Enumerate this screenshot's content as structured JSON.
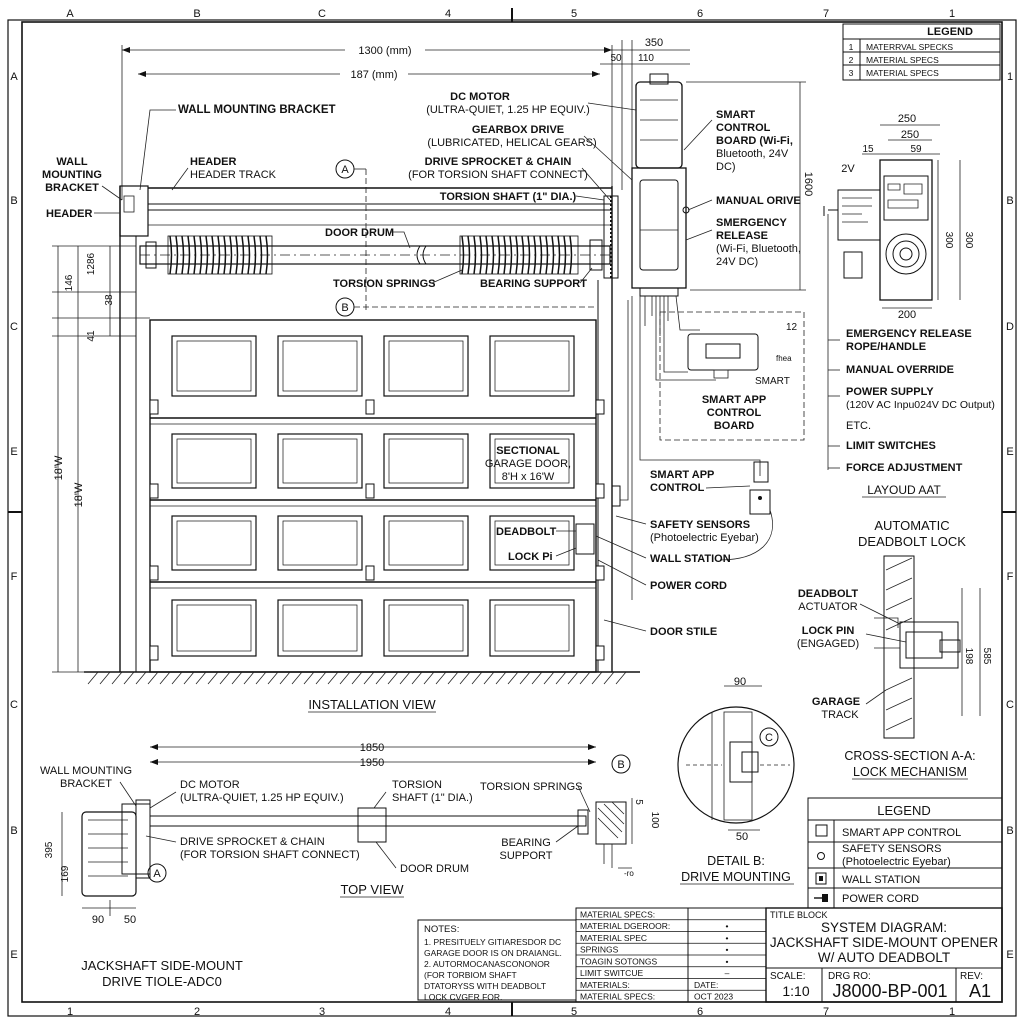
{
  "frame": {
    "cols": [
      "A",
      "B",
      "C",
      "4",
      "5",
      "6",
      "7",
      "1"
    ],
    "cols_bottom": [
      "1",
      "2",
      "3",
      "4",
      "5",
      "6",
      "7",
      "1"
    ],
    "rows_left": [
      "A",
      "B",
      "C",
      "E",
      "F",
      "C",
      "B",
      "E"
    ],
    "rows_right": [
      "1",
      "B",
      "D",
      "E",
      "F",
      "C",
      "B",
      "E"
    ]
  },
  "legend_top": {
    "title": "LEGEND",
    "rows": [
      {
        "num": "1",
        "text": "MATERRVAL SPECKS"
      },
      {
        "num": "2",
        "text": "MATERIAL SPECS"
      },
      {
        "num": "3",
        "text": "MATERIAL SPECS"
      }
    ]
  },
  "installation": {
    "dim_total": "1300 (mm)",
    "dim_inner": "187 (mm)",
    "dim_350": "350",
    "dim_50": "50",
    "dim_110": "110",
    "dim_1600": "1600",
    "dim_12": "12",
    "left_dims": [
      "146",
      "1286",
      "38",
      "41",
      "18'W",
      "18'W"
    ],
    "labels": {
      "wall_mounting_bracket": "WALL MOUNTING BRACKET",
      "wall_mounting_bracket_left": [
        "WALL",
        "MOUNTING",
        "BRACKET"
      ],
      "header": "HEADER",
      "header_track": [
        "HEADER",
        "HEADER TRACK"
      ],
      "dc_motor": [
        "DC MOTOR",
        "(ULTRA-QUIET, 1.25 HP EQUIV.)"
      ],
      "gearbox": [
        "GEARBOX DRIVE",
        "(LUBRICATED, HELICAL GEARS)"
      ],
      "sprocket": [
        "DRIVE SPROCKET & CHAIN",
        "(FOR TORSION SHAFT CONNECT)"
      ],
      "torsion_shaft": "TORSION SHAFT (1\" DIA.)",
      "door_drum": "DOOR DRUM",
      "torsion_springs": "TORSION SPRINGS",
      "bearing_support": "BEARING SUPPORT",
      "callout_a": "A",
      "callout_b": "B",
      "smart_control": [
        "SMART",
        "CONTROL",
        "BOARD (Wi-Fi,",
        "Bluetooth, 24V",
        "DC)"
      ],
      "manual_drive": "MANUAL ORIVE",
      "emergency_release": [
        "SMERGENCY",
        "RELEASE",
        "(Wi-Fi, Bluetooth,",
        "24V DC)"
      ],
      "door_title": [
        "SECTIONAL",
        "GARAGE DOOR,",
        "8'H x 16'W"
      ],
      "deadbolt": "DEADBOLT",
      "lock_pin": "LOCK Pi",
      "smart_app_board": [
        "SMART APP",
        "CONTROL",
        "BOARD"
      ],
      "smart_tag": "SMART",
      "board_side": "fhea",
      "smart_app_control": [
        "SMART APP",
        "CONTROL"
      ],
      "safety_sensors": [
        "SAFETY SENSORS",
        "(Photoelectric Eyebar)"
      ],
      "wall_station": "WALL STATION",
      "power_cord": "POWER CORD",
      "door_stile": "DOOR STILE",
      "view_title": "INSTALLATION VIEW"
    }
  },
  "layout_aat": {
    "dims": [
      "250",
      "250",
      "15",
      "59",
      "2V",
      "300",
      "300",
      "200"
    ],
    "items": [
      [
        "EMERGENCY RELEASE",
        "ROPE/HANDLE"
      ],
      [
        "MANUAL OVERRIDE"
      ],
      [
        "POWER SUPPLY",
        "(120V AC Inpu024V DC Output)"
      ],
      [
        "ETC."
      ],
      [
        "LIMIT SWITCHES"
      ],
      [
        "FORCE ADJUSTMENT"
      ]
    ],
    "title": "LAYOUD AAT"
  },
  "deadbolt_section": {
    "title": [
      "AUTOMATIC",
      "DEADBOLT LOCK"
    ],
    "labels": {
      "actuator": [
        "DEADBOLT",
        "ACTUATOR"
      ],
      "lock_pin": [
        "LOCK PIN",
        "(ENGAGED)"
      ],
      "track": [
        "GARAGE",
        "TRACK"
      ]
    },
    "dims": [
      "198",
      "585"
    ],
    "caption": [
      "CROSS-SECTION A-A:",
      "LOCK MECHANISM"
    ]
  },
  "top_view": {
    "dims": [
      "1850",
      "1950",
      "5",
      "100",
      "395",
      "169",
      "90",
      "50"
    ],
    "labels": {
      "wall_bracket": [
        "WALL MOUNTING",
        "BRACKET"
      ],
      "dc_motor": [
        "DC MOTOR",
        "(ULTRA-QUIET, 1.25 HP EQUIV.)"
      ],
      "torsion_shaft": [
        "TORSION",
        "SHAFT (1\" DIA.)"
      ],
      "torsion_springs": "TORSION SPRINGS",
      "sprocket": [
        "DRIVE SPROCKET & CHAIN",
        "(FOR TORSION SHAFT CONNECT)"
      ],
      "door_drum": "DOOR DRUM",
      "bearing": [
        "BEARING",
        "SUPPORT"
      ],
      "callout_a": "A",
      "callout_b": "B",
      "tag": "-ro",
      "title": "TOP VIEW"
    },
    "footer": [
      "JACKSHAFT SIDE-MOUNT",
      "DRIVE TIOLE-ADC0"
    ]
  },
  "detail_b": {
    "dims": [
      "90",
      "50"
    ],
    "callout": "C",
    "caption": [
      "DETAIL B:",
      "DRIVE MOUNTING"
    ]
  },
  "legend_bottom": {
    "title": "LEGEND",
    "rows": [
      {
        "icon": "square",
        "text": "SMART APP CONTROL"
      },
      {
        "icon": "circle",
        "text": "SAFETY SENSORS"
      },
      {
        "icon": "",
        "text": "(Photoelectric Eyebar)"
      },
      {
        "icon": "station",
        "text": "WALL STATION"
      },
      {
        "icon": "plug",
        "text": "POWER CORD"
      }
    ]
  },
  "notes": {
    "title": "NOTES:",
    "lines": [
      "1.  PRESITUELY GITIARESDOR DC",
      "     GARAGE DOOR IS ON DRAIANGL.",
      "2.  AUTORMOCANASCONONOR",
      "     (FOR TORBIOM SHAFT",
      "     DTATORYSS WITH DEADBOLT",
      "     LOCK CVGER FOR."
    ]
  },
  "material_table": {
    "rows": [
      {
        "label": "MATERIAL SPECS:",
        "mark": ""
      },
      {
        "label": "MATERIAL DGEROOR:",
        "mark": "•"
      },
      {
        "label": "MATERIAL SPEC",
        "mark": "•"
      },
      {
        "label": "SPRINGS",
        "mark": "•"
      },
      {
        "label": "TOAGIN SOTONGS",
        "mark": "•"
      },
      {
        "label": "LIMIT SWITCUE",
        "mark": "–"
      },
      {
        "label": "MATERIALS:",
        "mark": "DATE:"
      },
      {
        "label": "MATERIAL SPECS:",
        "mark": "OCT 2023"
      }
    ]
  },
  "title_block": {
    "label": "TITLE BLOCK",
    "title": [
      "SYSTEM DIAGRAM:",
      "JACKSHAFT SIDE-MOUNT OPENER",
      "W/ AUTO DEADBOLT"
    ],
    "scale_label": "SCALE:",
    "scale": "1:10",
    "drg_label": "DRG RO:",
    "drg": "J8000-BP-001",
    "rev_label": "REV:",
    "rev": "A1"
  }
}
